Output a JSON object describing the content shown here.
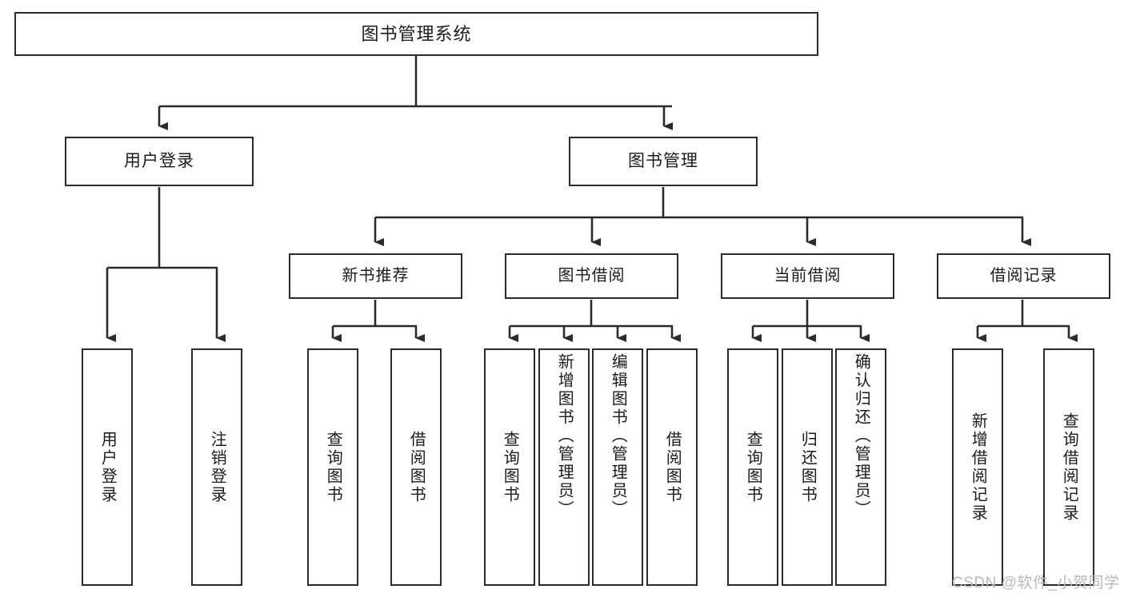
{
  "diagram": {
    "type": "tree-hierarchy",
    "title": "图书管理系统",
    "watermark": "CSDN @软件_小贺同学",
    "colors": {
      "stroke": "#2b2b2b",
      "fill": "#ffffff",
      "text": "#1b1b1b",
      "watermark": "#b9b9b9"
    },
    "root": {
      "label": "图书管理系统"
    },
    "level2": [
      {
        "label": "用户登录"
      },
      {
        "label": "图书管理"
      }
    ],
    "level3": [
      {
        "label": "新书推荐"
      },
      {
        "label": "图书借阅"
      },
      {
        "label": "当前借阅"
      },
      {
        "label": "借阅记录"
      }
    ],
    "leaves": {
      "user_login": [
        {
          "label": "用户登录"
        },
        {
          "label": "注销登录"
        }
      ],
      "new_book_recommend": [
        {
          "label": "查询图书"
        },
        {
          "label": "借阅图书"
        }
      ],
      "book_borrow": [
        {
          "label": "查询图书"
        },
        {
          "label": "新增图书（管理员）"
        },
        {
          "label": "编辑图书（管理员）"
        },
        {
          "label": "借阅图书"
        }
      ],
      "current_borrow": [
        {
          "label": "查询图书"
        },
        {
          "label": "归还图书"
        },
        {
          "label": "确认归还（管理员）"
        }
      ],
      "borrow_record": [
        {
          "label": "新增借阅记录"
        },
        {
          "label": "查询借阅记录"
        }
      ]
    }
  }
}
